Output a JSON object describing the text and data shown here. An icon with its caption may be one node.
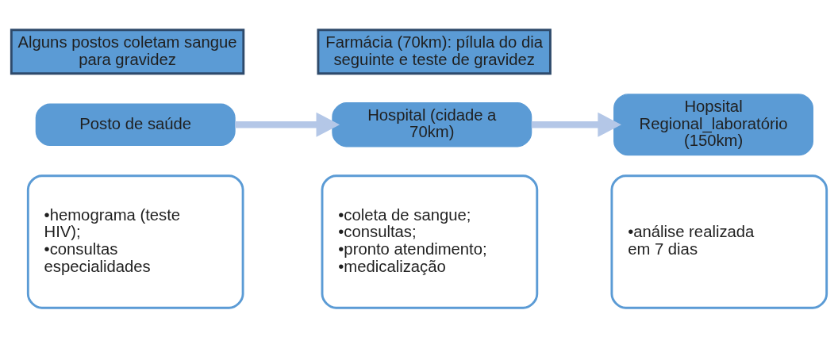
{
  "diagram": {
    "nodes": [
      {
        "text": [
          "Alguns postos coletam sangue para gravidez"
        ]
      },
      {
        "text": [
          "Posto de saúde"
        ]
      },
      {
        "text": [
          "•hemograma (teste HIV);",
          "•consultas especialidades"
        ]
      },
      {
        "text": [
          "Farmácia (70km): pílula do dia seguinte e teste de gravidez"
        ]
      },
      {
        "text": [
          "Hospital (cidade a 70km)"
        ]
      },
      {
        "text": [
          "•coleta de sangue;",
          "•consultas;",
          "•pronto atendimento;",
          "•medicalização"
        ]
      },
      {
        "text": [
          "Hopsital Regional_laboratório (150km)"
        ]
      },
      {
        "text": [
          "•análise realizada em 7 dias"
        ]
      }
    ],
    "edges": [
      {
        "from": 1,
        "to": 4,
        "arrow": "to"
      },
      {
        "from": 4,
        "to": 6,
        "arrow": "to"
      }
    ]
  }
}
